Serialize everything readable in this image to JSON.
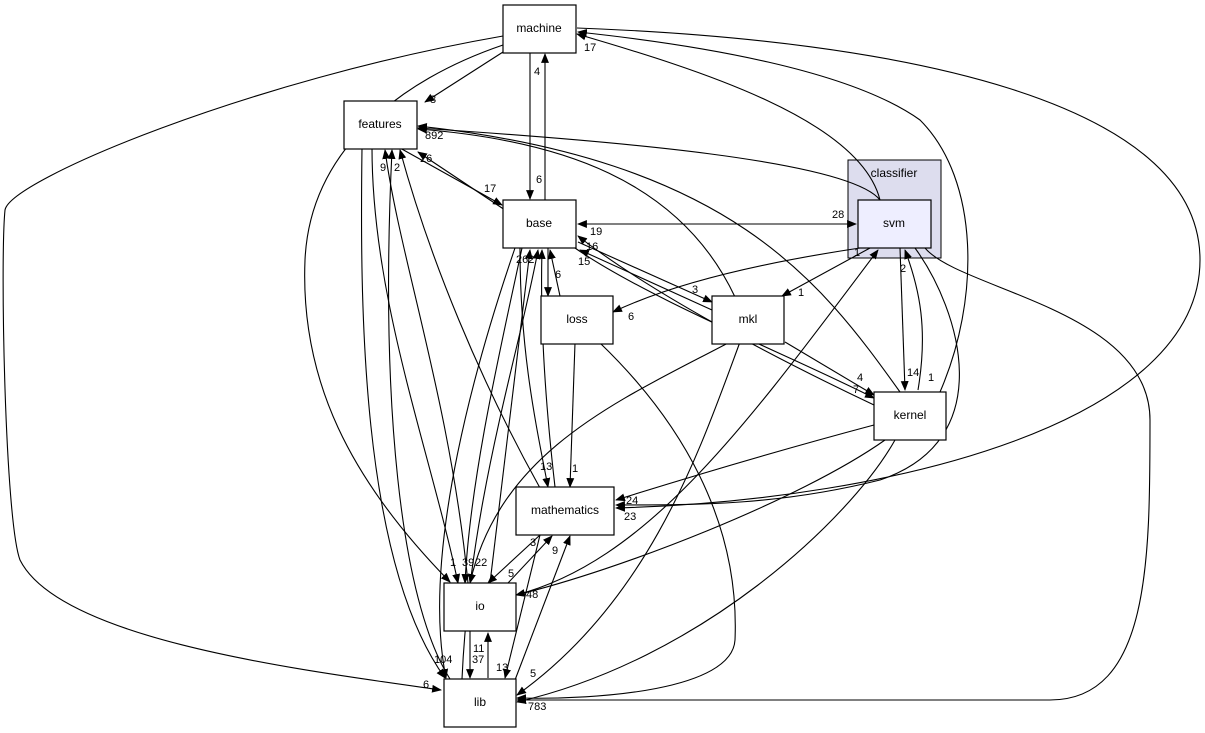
{
  "cluster": {
    "label": "classifier"
  },
  "nodes": {
    "machine": "machine",
    "features": "features",
    "base": "base",
    "svm": "svm",
    "loss": "loss",
    "mkl": "mkl",
    "kernel": "kernel",
    "mathematics": "mathematics",
    "io": "io",
    "lib": "lib"
  },
  "edge_labels": {
    "l_4": "4",
    "l_6": "6",
    "l_8": "8",
    "l_17": "17",
    "l_17b": "17",
    "l_26": "26",
    "l_892": "892",
    "l_9": "9",
    "l_2": "2",
    "l_28": "28",
    "l_19": "19",
    "l_16": "16",
    "l_15": "15",
    "l_6b": "6",
    "l_6c": "6",
    "l_3": "3",
    "l_1": "1",
    "l_1b": "1",
    "l_2b": "2",
    "l_14": "14",
    "l_4b": "4",
    "l_7": "7",
    "l_24": "24",
    "l_23": "23",
    "l_13": "13",
    "l_1c": "1",
    "l_3b": "3",
    "l_5": "5",
    "l_9b": "9",
    "l_1d": "1",
    "l_39": "39",
    "l_22": "22",
    "l_1e": "1",
    "l_48": "48",
    "l_11": "11",
    "l_37": "37",
    "l_13b": "13",
    "l_5b": "5",
    "l_6d": "6",
    "l_104": "104",
    "l_783": "783",
    "l_262": "262"
  }
}
